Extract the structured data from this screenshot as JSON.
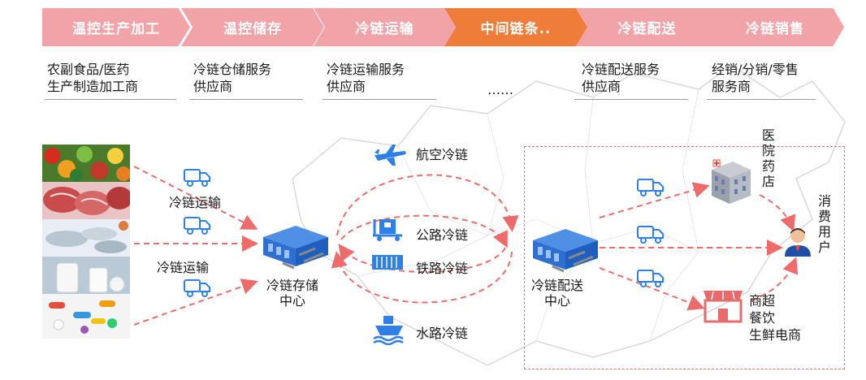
{
  "colors": {
    "chevron": "#f2a3a8",
    "chevron_active": "#ef7d3a",
    "arrow": "#ee6b6b",
    "icon_blue": "#2f7fe8"
  },
  "header": {
    "stages": [
      {
        "label": "温控生产加工",
        "active": false
      },
      {
        "label": "温控储存",
        "active": false
      },
      {
        "label": "冷链运输",
        "active": false
      },
      {
        "label": "中间链条..",
        "active": true
      },
      {
        "label": "冷链配送",
        "active": false
      },
      {
        "label": "冷链销售",
        "active": false
      }
    ]
  },
  "providers": [
    {
      "line1": "农副食品/医药",
      "line2": "生产制造加工商"
    },
    {
      "line1": "冷链仓储服务",
      "line2": "供应商"
    },
    {
      "line1": "冷链运输服务",
      "line2": "供应商"
    },
    {
      "line1": "……",
      "line2": ""
    },
    {
      "line1": "冷链配送服务",
      "line2": "供应商"
    },
    {
      "line1": "经销/分销/零售",
      "line2": "服务商"
    }
  ],
  "diagram": {
    "transport_label_1": "冷链运输",
    "transport_label_2": "冷链运输",
    "storage_center": {
      "line1": "冷链存储",
      "line2": "中心"
    },
    "distribution_center": {
      "line1": "冷链配送",
      "line2": "中心"
    },
    "modes": {
      "air": "航空冷链",
      "road": "公路冷链",
      "rail": "铁路冷链",
      "water": "水路冷链"
    },
    "hospital": "医院药店",
    "consumer": "消费用户",
    "retail": {
      "line1": "商超",
      "line2": "餐饮",
      "line3": "生鲜电商"
    }
  },
  "icons": {
    "photos": [
      "vegetables-photo",
      "meat-photo",
      "seafood-photo",
      "milk-photo",
      "pills-photo"
    ],
    "truck": "truck-icon",
    "warehouse": "warehouse-icon",
    "plane": "airplane-icon",
    "road_truck": "delivery-truck-icon",
    "rail": "railway-container-icon",
    "ship": "ship-icon",
    "hospital": "hospital-icon",
    "user": "user-icon",
    "store": "store-icon"
  }
}
